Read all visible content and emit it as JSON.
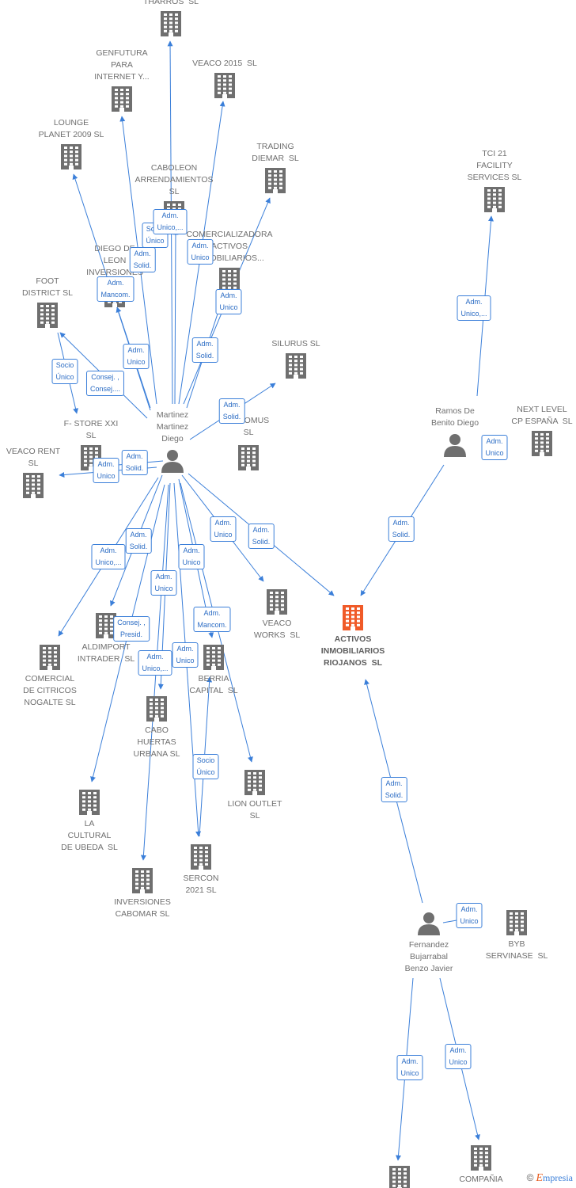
{
  "nodes": [
    {
      "id": "tharros",
      "label": "THARROS  SL",
      "type": "company"
    },
    {
      "id": "genfutura",
      "label": "GENFUTURA\nPARA\nINTERNET Y...",
      "type": "company"
    },
    {
      "id": "veaco2015",
      "label": "VEACO 2015  SL",
      "type": "company"
    },
    {
      "id": "lounge",
      "label": "LOUNGE\nPLANET 2009 SL",
      "type": "company"
    },
    {
      "id": "trading",
      "label": "TRADING\nDIEMAR  SL",
      "type": "company"
    },
    {
      "id": "caboleon",
      "label": "CABOLEON\nARRENDAMIENTOS\nSL",
      "type": "company"
    },
    {
      "id": "tci21",
      "label": "TCI 21\nFACILITY\nSERVICES SL",
      "type": "company"
    },
    {
      "id": "diegodeleon",
      "label": "DIEGO DE\nLEON\nINVERSIONES",
      "type": "company"
    },
    {
      "id": "comercializadora",
      "label": "COMERCIALIZADORA\nACTIVOS\nINMOBILIARIOS...",
      "type": "company"
    },
    {
      "id": "footdistrict",
      "label": "FOOT\nDISTRICT SL",
      "type": "company"
    },
    {
      "id": "silurus",
      "label": "SILURUS SL",
      "type": "company"
    },
    {
      "id": "fstore",
      "label": "F- STORE XXI\nSL",
      "type": "company"
    },
    {
      "id": "martinez",
      "label": "Martinez\nMartinez\nDiego",
      "type": "person"
    },
    {
      "id": "automus",
      "label": "AUTOMUS\nSL",
      "type": "company"
    },
    {
      "id": "ramos",
      "label": "Ramos De\nBenito Diego",
      "type": "person"
    },
    {
      "id": "nextlevel",
      "label": "NEXT LEVEL\nCP ESPAÑA  SL",
      "type": "company"
    },
    {
      "id": "veacorent",
      "label": "VEACO RENT\nSL",
      "type": "company"
    },
    {
      "id": "aldimport",
      "label": "ALDIMPORT\nINTRADER  SL",
      "type": "company"
    },
    {
      "id": "veacoworks",
      "label": "VEACO\nWORKS  SL",
      "type": "company"
    },
    {
      "id": "activos",
      "label": "ACTIVOS\nINMOBILIARIOS\nRIOJANOS  SL",
      "type": "focus"
    },
    {
      "id": "citricos",
      "label": "COMERCIAL\nDE CITRICOS\nNOGALTE SL",
      "type": "company"
    },
    {
      "id": "berria",
      "label": "BERRIA\nCAPITAL  SL",
      "type": "company"
    },
    {
      "id": "cabohuertas",
      "label": "CABO\nHUERTAS\nURBANA SL",
      "type": "company"
    },
    {
      "id": "lionoutlet",
      "label": "LION OUTLET\nSL",
      "type": "company"
    },
    {
      "id": "cultural",
      "label": "LA\nCULTURAL\nDE UBEDA  SL",
      "type": "company"
    },
    {
      "id": "sercon",
      "label": "SERCON\n2021 SL",
      "type": "company"
    },
    {
      "id": "cabomar",
      "label": "INVERSIONES\nCABOMAR SL",
      "type": "company"
    },
    {
      "id": "fernandez",
      "label": "Fernandez\nBujarrabal\nBenzo Javier",
      "type": "person"
    },
    {
      "id": "byb",
      "label": "BYB\nSERVINASE  SL",
      "type": "company"
    },
    {
      "id": "bottomleft",
      "label": "",
      "type": "company"
    },
    {
      "id": "compania",
      "label": "COMPAÑIA",
      "type": "company"
    }
  ],
  "links": [
    {
      "from": "martinez",
      "to": "tharros",
      "role": "Socio\nÚnico"
    },
    {
      "from": "martinez",
      "to": "genfutura",
      "role": "Adm.\nSolid."
    },
    {
      "from": "martinez",
      "to": "veaco2015",
      "role": "Adm.\nUnico"
    },
    {
      "from": "martinez",
      "to": "lounge",
      "role": "Adm.\nMancom."
    },
    {
      "from": "martinez",
      "to": "trading",
      "role": "Adm.\nUnico"
    },
    {
      "from": "martinez",
      "to": "caboleon",
      "role": "Adm.\nUnico,..."
    },
    {
      "from": "martinez",
      "to": "diegodeleon",
      "role": "Adm.\nUnico"
    },
    {
      "from": "martinez",
      "to": "comercializadora",
      "role": "Adm.\nSolid."
    },
    {
      "from": "martinez",
      "to": "footdistrict",
      "role": "Consej. ,\nConsej...."
    },
    {
      "from": "martinez",
      "to": "silurus",
      "role": "Adm.\nSolid."
    },
    {
      "from": "martinez",
      "to": "fstore",
      "role": "Adm.\nSolid."
    },
    {
      "from": "martinez",
      "to": "veacorent",
      "role": "Adm.\nUnico"
    },
    {
      "from": "martinez",
      "to": "aldimport",
      "role": "Adm.\nSolid."
    },
    {
      "from": "martinez",
      "to": "veacoworks",
      "role": "Adm.\nUnico"
    },
    {
      "from": "martinez",
      "to": "activos",
      "role": "Adm.\nSolid."
    },
    {
      "from": "martinez",
      "to": "citricos",
      "role": "Adm.\nUnico,..."
    },
    {
      "from": "martinez",
      "to": "berria",
      "role": "Adm.\nMancom."
    },
    {
      "from": "martinez",
      "to": "cabohuertas",
      "role": "Adm.\nUnico"
    },
    {
      "from": "martinez",
      "to": "lionoutlet",
      "role": "Adm.\nUnico"
    },
    {
      "from": "martinez",
      "to": "cultural",
      "role": "Consej. ,\nPresid."
    },
    {
      "from": "martinez",
      "to": "sercon",
      "role": "Adm.\nUnico"
    },
    {
      "from": "martinez",
      "to": "cabomar",
      "role": "Adm.\nUnico,..."
    },
    {
      "from": "footdistrict",
      "to": "fstore",
      "role": "Socio\nÚnico"
    },
    {
      "from": "sercon",
      "to": "berria",
      "role": "Socio\nÚnico"
    },
    {
      "from": "ramos",
      "to": "tci21",
      "role": "Adm.\nUnico,..."
    },
    {
      "from": "ramos",
      "to": "nextlevel",
      "role": "Adm.\nUnico"
    },
    {
      "from": "ramos",
      "to": "activos",
      "role": "Adm.\nSolid."
    },
    {
      "from": "fernandez",
      "to": "activos",
      "role": "Adm.\nSolid."
    },
    {
      "from": "fernandez",
      "to": "byb",
      "role": "Adm.\nUnico"
    },
    {
      "from": "fernandez",
      "to": "bottomleft",
      "role": "Adm.\nUnico"
    },
    {
      "from": "fernandez",
      "to": "compania",
      "role": "Adm.\nUnico"
    }
  ],
  "colors": {
    "link": "#3b7fd9",
    "company": "#6f6f6f",
    "focus": "#f05a28",
    "person": "#6f6f6f"
  },
  "credit": {
    "symbol": "©",
    "brand_initial": "E",
    "brand_rest": "mpresia"
  }
}
